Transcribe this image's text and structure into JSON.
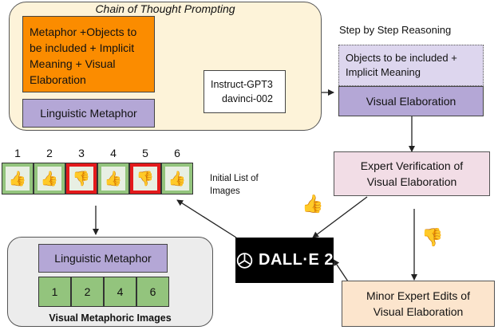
{
  "cot": {
    "title": "Chain of Thought Prompting",
    "metaphor_objects_box": "Metaphor +Objects to be included + Implicit Meaning + Visual Elaboration",
    "linguistic_metaphor": "Linguistic Metaphor",
    "model_line1": "Instruct-GPT3",
    "model_line2": "davinci-002"
  },
  "reasoning": {
    "title": "Step by Step Reasoning",
    "objects_box": "Objects to be included + Implicit Meaning",
    "visual_elaboration": "Visual Elaboration"
  },
  "verification": {
    "label": "Expert Verification of Visual Elaboration"
  },
  "edits": {
    "label": "Minor Expert Edits of Visual Elaboration"
  },
  "dalle": {
    "label": "DALL·E 2"
  },
  "images": {
    "numbers": [
      "1",
      "2",
      "3",
      "4",
      "5",
      "6"
    ],
    "votes": [
      "up",
      "up",
      "down",
      "up",
      "down",
      "up"
    ],
    "caption": "Initial List of Images"
  },
  "output": {
    "linguistic_metaphor": "Linguistic Metaphor",
    "selected": [
      "1",
      "2",
      "4",
      "6"
    ],
    "caption": "Visual Metaphoric Images"
  },
  "colors": {
    "orange": "#fb8c00",
    "purple": "#b4a7d6",
    "lavender": "#ddd6ee",
    "pink": "#f2dde6",
    "peach": "#fce5cd",
    "cream": "#fdf3d9",
    "green_frame": "#93c47d",
    "red_frame": "#e31a1c",
    "gray_panel": "#ececec"
  }
}
